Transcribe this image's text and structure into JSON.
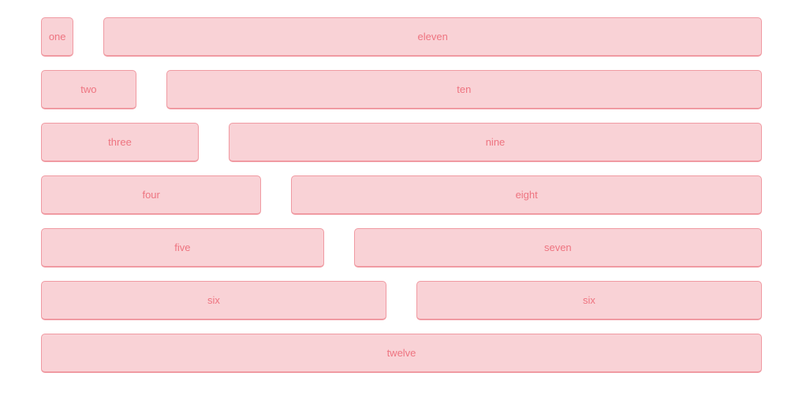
{
  "grid": {
    "columns": 12,
    "colors": {
      "fill": "#f9d2d6",
      "border": "#f09aa2",
      "text": "#ee7480"
    },
    "items": [
      {
        "label": "one",
        "span": 1
      },
      {
        "label": "eleven",
        "span": 11
      },
      {
        "label": "two",
        "span": 2
      },
      {
        "label": "ten",
        "span": 10
      },
      {
        "label": "three",
        "span": 3
      },
      {
        "label": "nine",
        "span": 9
      },
      {
        "label": "four",
        "span": 4
      },
      {
        "label": "eight",
        "span": 8
      },
      {
        "label": "five",
        "span": 5
      },
      {
        "label": "seven",
        "span": 7
      },
      {
        "label": "six",
        "span": 6
      },
      {
        "label": "six",
        "span": 6
      },
      {
        "label": "twelve",
        "span": 12
      }
    ]
  }
}
